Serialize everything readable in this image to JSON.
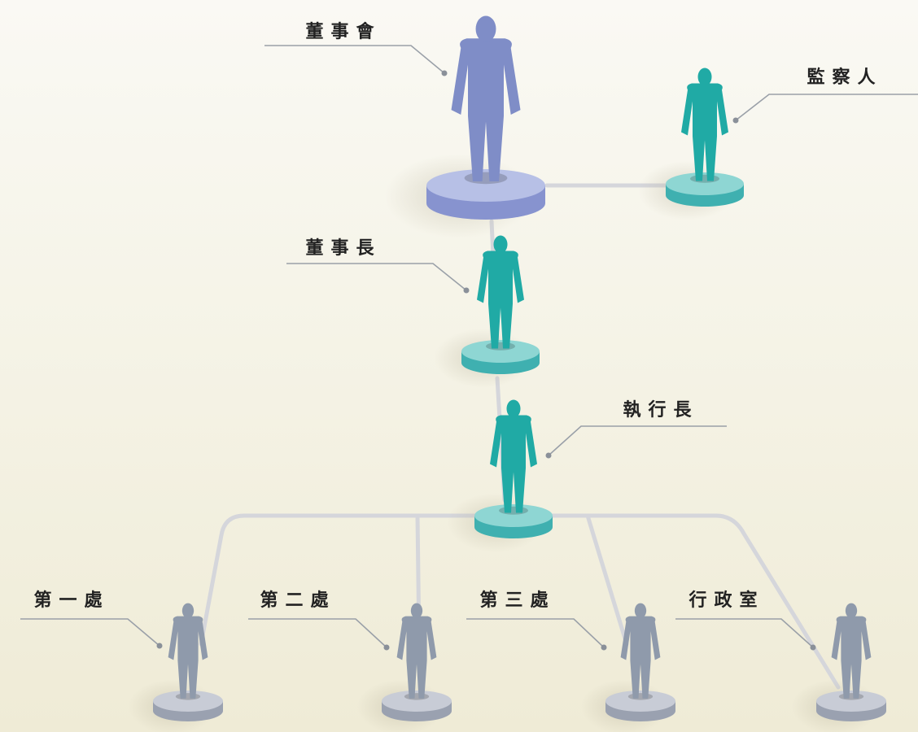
{
  "title": "",
  "colors": {
    "board": "#7f8dc7",
    "board_platform_top": "#b7c0e6",
    "board_platform_side": "#8793cf",
    "executive": "#20aaa5",
    "executive_platform_top": "#8ed6d3",
    "executive_platform_side": "#3fb0b0",
    "department": "#8f9aab",
    "department_platform_top": "#c8ccd6",
    "department_platform_side": "#9aa1b0",
    "connector": "#d5d6db",
    "leader_line": "#9aa0a8"
  },
  "nodes": {
    "board_of_directors": {
      "label": "董事會",
      "icon": "person-icon",
      "role": "board"
    },
    "supervisor": {
      "label": "監察人",
      "icon": "person-icon",
      "role": "executive"
    },
    "chairman": {
      "label": "董事長",
      "icon": "person-icon",
      "role": "executive"
    },
    "ceo": {
      "label": "執行長",
      "icon": "person-icon",
      "role": "executive"
    },
    "division_1": {
      "label": "第一處",
      "icon": "person-icon",
      "role": "department"
    },
    "division_2": {
      "label": "第二處",
      "icon": "person-icon",
      "role": "department"
    },
    "division_3": {
      "label": "第三處",
      "icon": "person-icon",
      "role": "department"
    },
    "admin_office": {
      "label": "行政室",
      "icon": "person-icon",
      "role": "department"
    }
  },
  "edges": [
    {
      "from": "board_of_directors",
      "to": "supervisor"
    },
    {
      "from": "board_of_directors",
      "to": "chairman"
    },
    {
      "from": "chairman",
      "to": "ceo"
    },
    {
      "from": "ceo",
      "to": "division_1"
    },
    {
      "from": "ceo",
      "to": "division_2"
    },
    {
      "from": "ceo",
      "to": "division_3"
    },
    {
      "from": "ceo",
      "to": "admin_office"
    }
  ]
}
